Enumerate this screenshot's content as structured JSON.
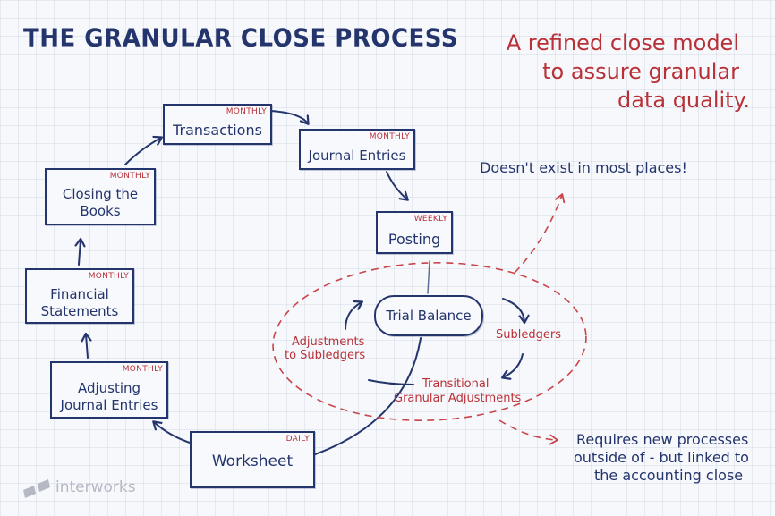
{
  "title": "THE GRANULAR CLOSE PROCESS",
  "tagline": [
    "A refined close model",
    "to assure granular",
    "data quality."
  ],
  "boxes": {
    "transactions": {
      "freq": "MONTHLY",
      "label": "Transactions"
    },
    "journal_entries": {
      "freq": "MONTHLY",
      "label": "Journal Entries"
    },
    "posting": {
      "freq": "WEEKLY",
      "label": "Posting"
    },
    "closing_books": {
      "freq": "MONTHLY",
      "label_1": "Closing the",
      "label_2": "Books"
    },
    "financial_statements": {
      "freq": "MONTHLY",
      "label_1": "Financial",
      "label_2": "Statements"
    },
    "adjusting_entries": {
      "freq": "MONTHLY",
      "label_1": "Adjusting",
      "label_2": "Journal Entries"
    },
    "worksheet": {
      "freq": "DAILY",
      "label": "Worksheet"
    }
  },
  "granular_cycle": {
    "trial_balance": "Trial Balance",
    "subledgers": "Subledgers",
    "transitional": [
      "Transitional",
      "Granular Adjustments"
    ],
    "adjustments": [
      "Adjustments",
      "to Subledgers"
    ]
  },
  "notes": {
    "not_exist": "Doesn't exist in most places!",
    "requires": [
      "Requires new processes",
      "outside of - but linked to",
      "the accounting close"
    ]
  },
  "logo": "interworks",
  "colors": {
    "navy": "#24356d",
    "red": "#b83138",
    "logo_gray": "#b5b9c4"
  }
}
